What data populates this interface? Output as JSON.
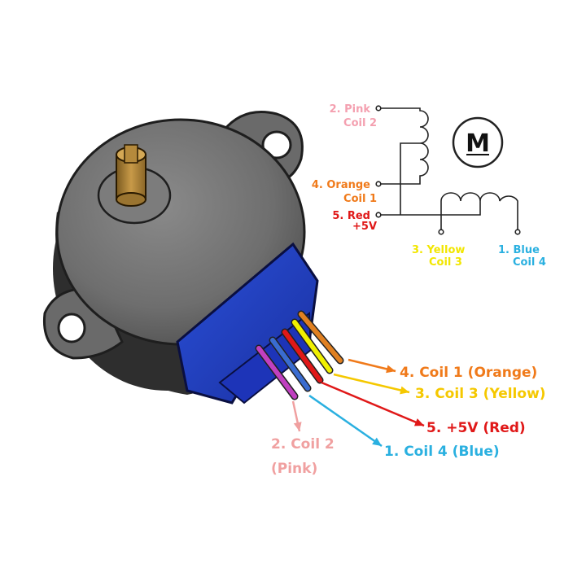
{
  "schematic": {
    "motor_symbol": "M",
    "pins": [
      {
        "id": "pink",
        "name": "2. Pink",
        "sub": "Coil 2",
        "color": "#f4a0b0"
      },
      {
        "id": "orange",
        "name": "4. Orange",
        "sub": "Coil 1",
        "color": "#f07a1a"
      },
      {
        "id": "red",
        "name": "5. Red",
        "sub": "+5V",
        "color": "#e01818"
      },
      {
        "id": "yellow",
        "name": "3. Yellow",
        "sub": "Coil 3",
        "color": "#f2e600"
      },
      {
        "id": "blue",
        "name": "1. Blue",
        "sub": "Coil 4",
        "color": "#2ab0e0"
      }
    ]
  },
  "callouts": {
    "orange": {
      "text": "4. Coil 1 (Orange)",
      "color": "#f07a1a"
    },
    "yellow": {
      "text": "3. Coil 3 (Yellow)",
      "color": "#f5c800"
    },
    "red": {
      "text": "5. +5V (Red)",
      "color": "#e01818"
    },
    "blue": {
      "text": "1. Coil 4 (Blue)",
      "color": "#2ab0e0"
    },
    "pink": {
      "text_line1": "2. Coil 2",
      "text_line2": "(Pink)",
      "color": "#f0a0a0"
    }
  },
  "wire_colors": {
    "pink": "#c040c0",
    "blue": "#3a6cd0",
    "red": "#e01818",
    "yellow": "#f0f000",
    "orange": "#e08020"
  },
  "icons": [
    "motor-symbol-icon",
    "stepper-motor-icon"
  ]
}
